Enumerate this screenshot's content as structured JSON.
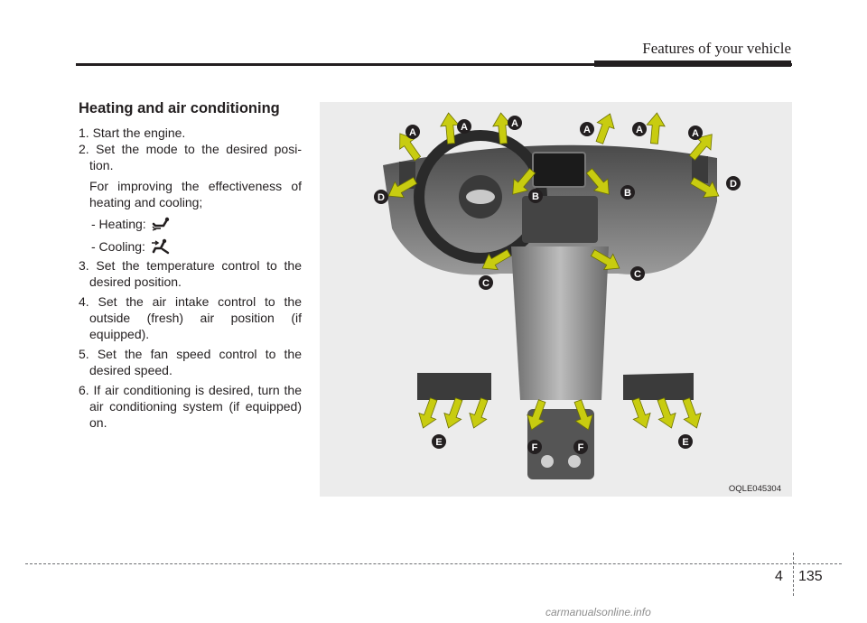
{
  "header": {
    "title": "Features of your vehicle"
  },
  "section": {
    "title": "Heating and air conditioning",
    "steps": [
      "1. Start the engine.",
      "2. Set the mode to the desired posi-tion.",
      "3. Set the temperature control to the desired position.",
      "4. Set the air intake control to the outside (fresh) air position (if equipped).",
      "5. Set the fan speed control to the desired speed.",
      "6. If air conditioning is desired, turn the air conditioning system (if equipped) on."
    ],
    "step2_note": "For improving the effectiveness of heating and cooling;",
    "heating_label": "- Heating:",
    "cooling_label": "- Cooling:",
    "heating_icon": "floor-mode-icon",
    "cooling_icon": "face-mode-icon"
  },
  "figure": {
    "code": "OQLE045304",
    "vent_labels": [
      "A",
      "B",
      "C",
      "D",
      "E",
      "F"
    ],
    "arrow_color": "#c8cc10",
    "label_bg": "#231f20"
  },
  "footer": {
    "chapter": "4",
    "page": "135"
  },
  "watermark": "carmanualsonline.info"
}
